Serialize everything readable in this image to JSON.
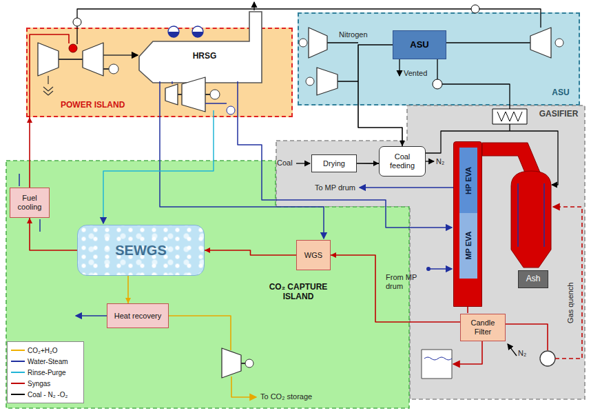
{
  "diagram": {
    "nodes": [
      {
        "text": [
          "POWER ISLAND"
        ]
      },
      {
        "text": [
          "HRSG"
        ],
        "in": 0
      },
      {
        "text": [
          "ASU"
        ]
      },
      {
        "text": [
          "ASU"
        ],
        "in": 2
      },
      {
        "text": [
          "GASIFIER"
        ]
      },
      {
        "text": [
          "Drying"
        ],
        "in": 4
      },
      {
        "text": [
          "Coal feeding"
        ],
        "in": 4
      },
      {
        "text": [
          "HP EVA",
          "MP EVA"
        ],
        "in": 4
      },
      {
        "text": [
          "Ash"
        ],
        "in": 4
      },
      {
        "text": [
          "Candle Filter"
        ],
        "in": 4
      },
      {
        "text": [
          "CO₂ CAPTURE ISLAND"
        ]
      },
      {
        "text": [
          "Fuel cooling"
        ],
        "in": 10
      },
      {
        "text": [
          "SEWGS"
        ],
        "in": 10
      },
      {
        "text": [
          "WGS"
        ],
        "in": 10
      },
      {
        "text": [
          "Heat recovery"
        ],
        "in": 10
      }
    ],
    "edges": [
      {
        "from": 5,
        "to": 6,
        "arrow": "to"
      },
      {
        "from": 3,
        "to": 6,
        "arrow": "to"
      },
      {
        "from": 9,
        "to": 13,
        "arrow": "to"
      },
      {
        "from": 13,
        "to": 12,
        "arrow": "to"
      },
      {
        "from": 12,
        "to": 11,
        "arrow": "to"
      },
      {
        "from": 11,
        "to": 0,
        "arrow": "to"
      },
      {
        "from": 12,
        "to": 14,
        "arrow": "to"
      }
    ],
    "labels": [
      "Nitrogen",
      "Vented",
      "Coal",
      "N₂",
      "To MP drum",
      "From MP drum",
      "Gas quench",
      "N₂",
      "To CO₂ storage"
    ],
    "legend": [
      {
        "text": "CO₂+H₂O"
      },
      {
        "text": "Water-Steam"
      },
      {
        "text": "Rinse-Purge"
      },
      {
        "text": "Syngas"
      },
      {
        "text": "Coal - N₂ -O₂"
      }
    ]
  }
}
